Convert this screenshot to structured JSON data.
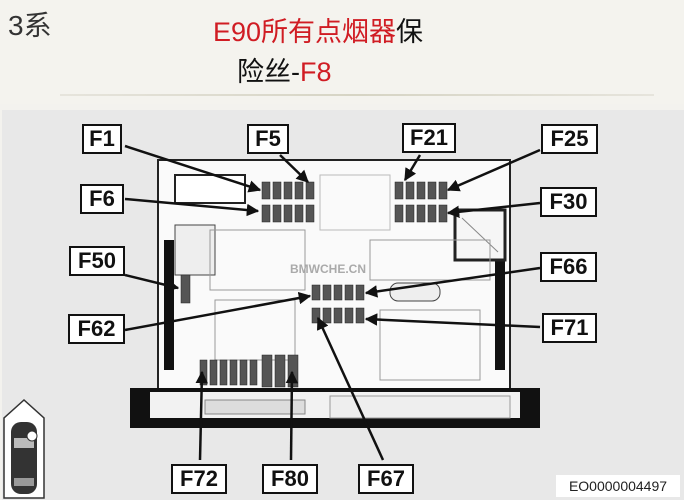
{
  "header": {
    "series": "3系",
    "title_line1_red": "E90所有点烟器",
    "title_line1_black": "保",
    "title_line2_black": "险丝-",
    "title_line2_red": "F8"
  },
  "diagram": {
    "watermark": "BMWCHE.CN",
    "labels": [
      {
        "id": "F1",
        "text": "F1"
      },
      {
        "id": "F5",
        "text": "F5"
      },
      {
        "id": "F21",
        "text": "F21"
      },
      {
        "id": "F25",
        "text": "F25"
      },
      {
        "id": "F6",
        "text": "F6"
      },
      {
        "id": "F30",
        "text": "F30"
      },
      {
        "id": "F50",
        "text": "F50"
      },
      {
        "id": "F66",
        "text": "F66"
      },
      {
        "id": "F62",
        "text": "F62"
      },
      {
        "id": "F71",
        "text": "F71"
      },
      {
        "id": "F72",
        "text": "F72"
      },
      {
        "id": "F80",
        "text": "F80"
      },
      {
        "id": "F67",
        "text": "F67"
      }
    ],
    "figure_code": "EO0000004497"
  },
  "colors": {
    "accent_red": "#d01c23",
    "fuse_fill": "#555555"
  }
}
